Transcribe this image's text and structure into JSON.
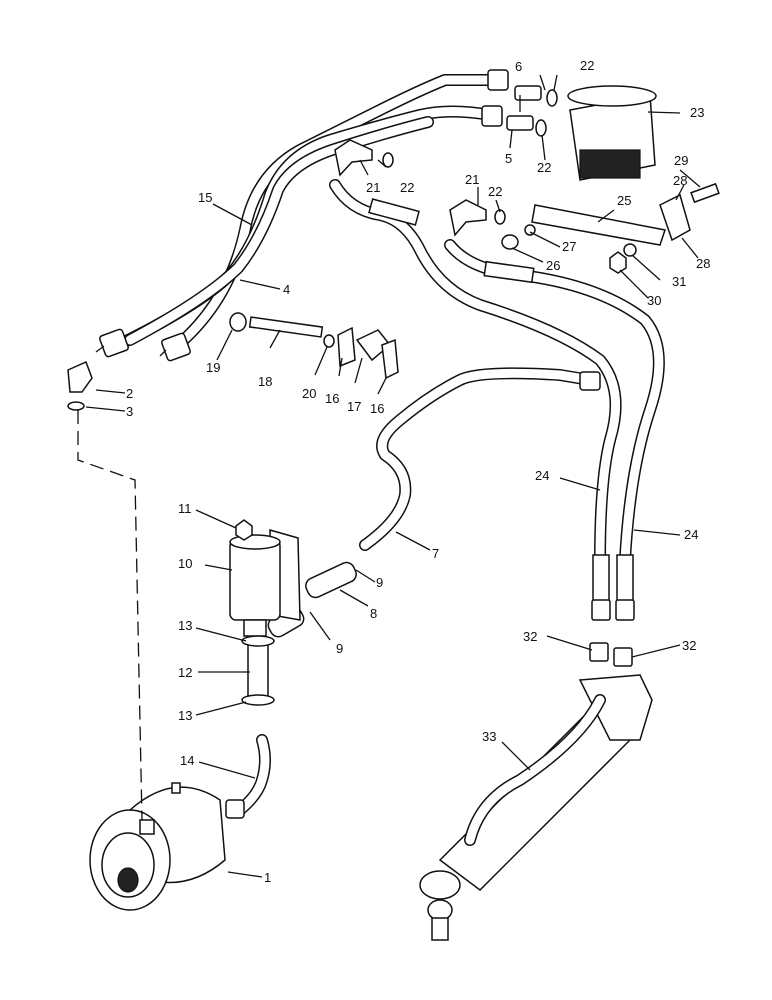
{
  "callouts": [
    {
      "id": "c1",
      "text": "1"
    },
    {
      "id": "c2",
      "text": "2"
    },
    {
      "id": "c3",
      "text": "3"
    },
    {
      "id": "c4",
      "text": "4"
    },
    {
      "id": "c5",
      "text": "5"
    },
    {
      "id": "c6",
      "text": "6"
    },
    {
      "id": "c7",
      "text": "7"
    },
    {
      "id": "c8",
      "text": "8"
    },
    {
      "id": "c9a",
      "text": "9"
    },
    {
      "id": "c9b",
      "text": "9"
    },
    {
      "id": "c10",
      "text": "10"
    },
    {
      "id": "c11",
      "text": "11"
    },
    {
      "id": "c12",
      "text": "12"
    },
    {
      "id": "c13a",
      "text": "13"
    },
    {
      "id": "c13b",
      "text": "13"
    },
    {
      "id": "c14",
      "text": "14"
    },
    {
      "id": "c15",
      "text": "15"
    },
    {
      "id": "c16a",
      "text": "16"
    },
    {
      "id": "c16b",
      "text": "16"
    },
    {
      "id": "c17",
      "text": "17"
    },
    {
      "id": "c18",
      "text": "18"
    },
    {
      "id": "c19",
      "text": "19"
    },
    {
      "id": "c20",
      "text": "20"
    },
    {
      "id": "c21a",
      "text": "21"
    },
    {
      "id": "c21b",
      "text": "21"
    },
    {
      "id": "c22a",
      "text": "22"
    },
    {
      "id": "c22b",
      "text": "22"
    },
    {
      "id": "c22c",
      "text": "22"
    },
    {
      "id": "c22d",
      "text": "22"
    },
    {
      "id": "c23",
      "text": "23"
    },
    {
      "id": "c24a",
      "text": "24"
    },
    {
      "id": "c24b",
      "text": "24"
    },
    {
      "id": "c25",
      "text": "25"
    },
    {
      "id": "c26",
      "text": "26"
    },
    {
      "id": "c27",
      "text": "27"
    },
    {
      "id": "c28a",
      "text": "28"
    },
    {
      "id": "c28b",
      "text": "28"
    },
    {
      "id": "c29",
      "text": "29"
    },
    {
      "id": "c30",
      "text": "30"
    },
    {
      "id": "c31",
      "text": "31"
    },
    {
      "id": "c32a",
      "text": "32"
    },
    {
      "id": "c32b",
      "text": "32"
    },
    {
      "id": "c33",
      "text": "33"
    }
  ]
}
